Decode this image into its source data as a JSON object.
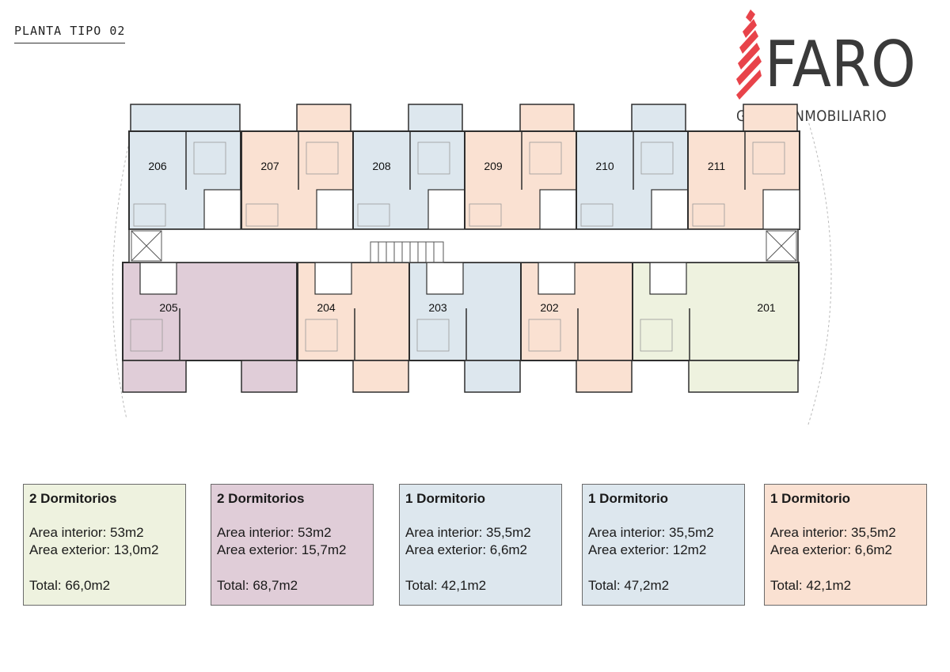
{
  "header": {
    "title": "PLANTA TIPO 02"
  },
  "logo": {
    "word": "FARO",
    "subtitle": "GRUPO INMOBILIARIO"
  },
  "colors": {
    "green": "#eef2df",
    "purple": "#e0cdd8",
    "blue": "#dde7ee",
    "orange": "#fae1d2",
    "wall": "#2e2e2e"
  },
  "units_top": [
    "206",
    "207",
    "208",
    "209",
    "210",
    "211"
  ],
  "units_bottom": [
    "205",
    "204",
    "203",
    "202",
    "201"
  ],
  "legend": [
    {
      "type": "2 Dormitorios",
      "interior": "Area interior: 53m2",
      "exterior": "Area exterior: 13,0m2",
      "total": "Total: 66,0m2",
      "color": "#eef2df"
    },
    {
      "type": "2 Dormitorios",
      "interior": "Area interior: 53m2",
      "exterior": "Area exterior: 15,7m2",
      "total": "Total: 68,7m2",
      "color": "#e0cdd8"
    },
    {
      "type": "1 Dormitorio",
      "interior": "Area interior: 35,5m2",
      "exterior": "Area exterior: 6,6m2",
      "total": "Total: 42,1m2",
      "color": "#dde7ee"
    },
    {
      "type": "1 Dormitorio",
      "interior": "Area interior: 35,5m2",
      "exterior": "Area exterior: 12m2",
      "total": "Total: 47,2m2",
      "color": "#dde7ee"
    },
    {
      "type": "1 Dormitorio",
      "interior": "Area interior: 35,5m2",
      "exterior": "Area exterior: 6,6m2",
      "total": "Total: 42,1m2",
      "color": "#fae1d2"
    }
  ]
}
